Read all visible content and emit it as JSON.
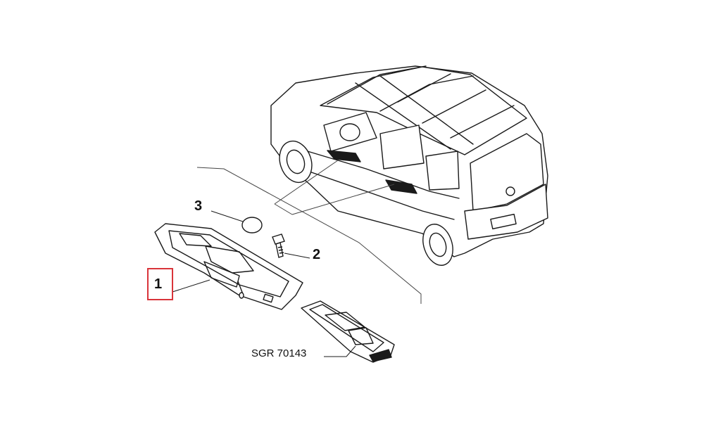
{
  "diagram": {
    "callouts": [
      {
        "id": "1",
        "label": "1",
        "highlighted": true
      },
      {
        "id": "2",
        "label": "2",
        "highlighted": false
      },
      {
        "id": "3",
        "label": "3",
        "highlighted": false
      }
    ],
    "reference_code": "SGR 70143",
    "highlight_color": "#d9343a",
    "line_color": "#1a1a1a"
  }
}
